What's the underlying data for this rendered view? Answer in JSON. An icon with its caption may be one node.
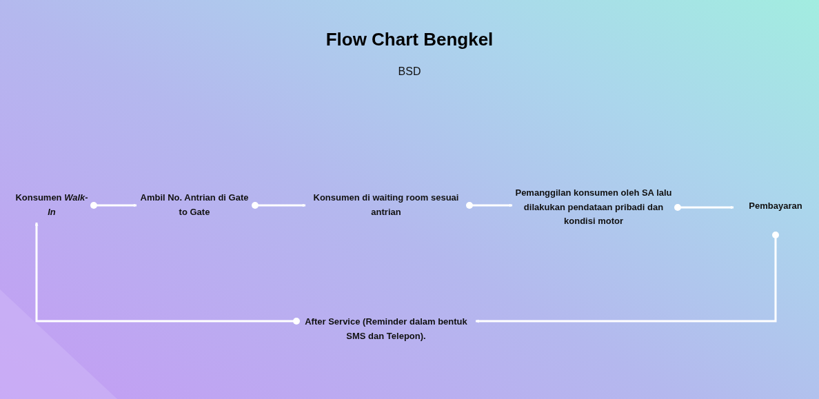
{
  "diagram": {
    "title": "Flow Chart Bengkel",
    "caption": "BSD",
    "nodes": [
      {
        "text": [
          "Konsumen *Walk-In*"
        ]
      },
      {
        "text": [
          "Ambil No. Antrian di Gate to Gate"
        ]
      },
      {
        "text": [
          "Konsumen di waiting room sesuai antrian"
        ]
      },
      {
        "text": [
          "Pemanggilan konsumen oleh SA lalu dilakukan pendataan pribadi dan kondisi motor"
        ]
      },
      {
        "text": [
          "Pembayaran"
        ]
      },
      {
        "text": [
          "After Service (Reminder dalam bentuk SMS dan Telepon)."
        ]
      }
    ],
    "edges": [
      {
        "from": 0,
        "to": 1,
        "arrow": "to"
      },
      {
        "from": 1,
        "to": 2,
        "arrow": "to"
      },
      {
        "from": 2,
        "to": 3,
        "arrow": "to"
      },
      {
        "from": 3,
        "to": 4,
        "arrow": "to"
      },
      {
        "from": 4,
        "to": 5,
        "arrow": "to"
      },
      {
        "from": 5,
        "to": 0,
        "arrow": "to"
      }
    ]
  }
}
